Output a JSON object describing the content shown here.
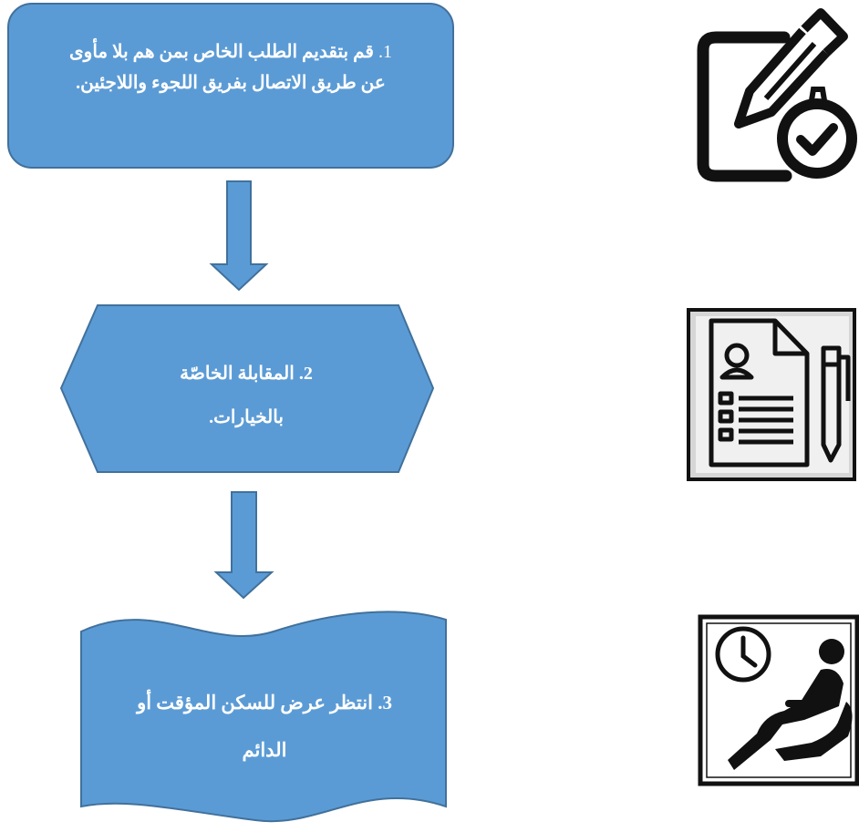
{
  "steps": [
    {
      "number": "1.",
      "line1": "قم بتقديم الطلب الخاص بمن هم بلا مأوى",
      "line2": "عن طريق الاتصال بفريق اللجوء واللاجئين."
    },
    {
      "number": "2.",
      "line1": "المقابلة الخاصّة",
      "line2": "بالخيارات."
    },
    {
      "number": "3.",
      "line1": "انتظر عرض للسكن المؤقت أو",
      "line2": "الدائم"
    }
  ],
  "colors": {
    "shape_fill": "#5B9BD5",
    "shape_stroke": "#41719C",
    "icon_stroke": "#111111"
  },
  "icons": [
    "apply-form-check-icon",
    "interview-document-pen-icon",
    "waiting-clock-seat-icon"
  ]
}
